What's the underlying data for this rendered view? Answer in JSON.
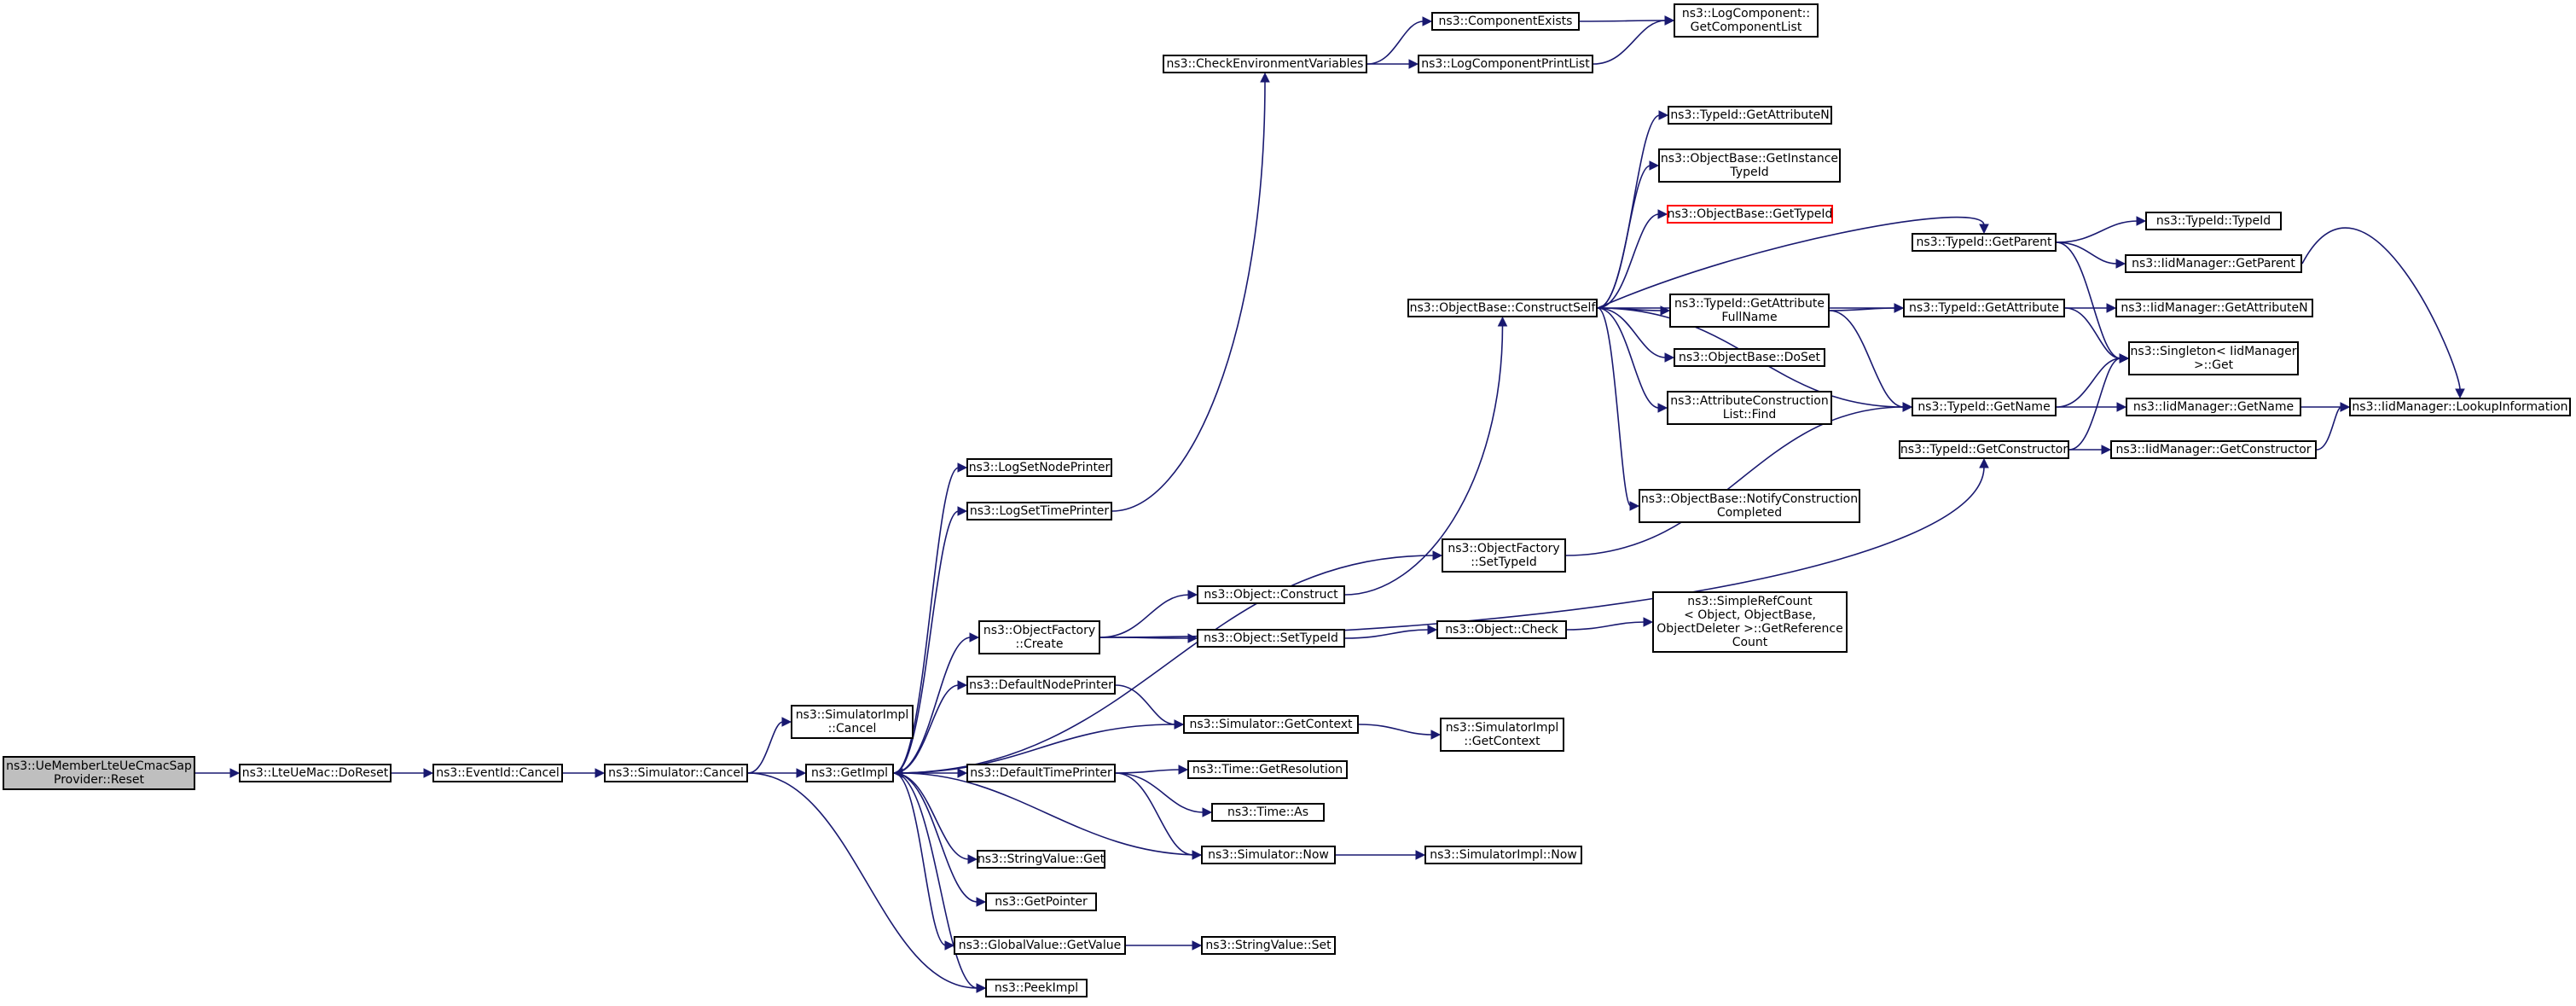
{
  "nodes": {
    "root": [
      "ns3::UeMemberLteUeCmacSap",
      "Provider::Reset"
    ],
    "doreset": [
      "ns3::LteUeMac::DoReset"
    ],
    "eventcancel": [
      "ns3::EventId::Cancel"
    ],
    "simcancel": [
      "ns3::Simulator::Cancel"
    ],
    "simimplcancel": [
      "ns3::SimulatorImpl",
      "::Cancel"
    ],
    "getimpl": [
      "ns3::GetImpl"
    ],
    "lognode": [
      "ns3::LogSetNodePrinter"
    ],
    "logtime": [
      "ns3::LogSetTimePrinter"
    ],
    "checkenv": [
      "ns3::CheckEnvironmentVariables"
    ],
    "compexists": [
      "ns3::ComponentExists"
    ],
    "logprint": [
      "ns3::LogComponentPrintList"
    ],
    "getcomplist": [
      "ns3::LogComponent::",
      "GetComponentList"
    ],
    "objfactcreate": [
      "ns3::ObjectFactory",
      "::Create"
    ],
    "objconstruct": [
      "ns3::Object::Construct"
    ],
    "objsettypeid": [
      "ns3::Object::SetTypeId"
    ],
    "objcheck": [
      "ns3::Object::Check"
    ],
    "simplerefcount": [
      "ns3::SimpleRefCount",
      "< Object, ObjectBase,",
      "ObjectDeleter >::GetReference",
      "Count"
    ],
    "objfactsettypeid": [
      "ns3::ObjectFactory",
      "::SetTypeId"
    ],
    "constructself": [
      "ns3::ObjectBase::ConstructSelf"
    ],
    "getattrn": [
      "ns3::TypeId::GetAttributeN"
    ],
    "getinstance": [
      "ns3::ObjectBase::GetInstance",
      "TypeId"
    ],
    "obgettypeid": [
      "ns3::ObjectBase::GetTypeId"
    ],
    "getattrfull": [
      "ns3::TypeId::GetAttribute",
      "FullName"
    ],
    "doset": [
      "ns3::ObjectBase::DoSet"
    ],
    "attrfind": [
      "ns3::AttributeConstruction",
      "List::Find"
    ],
    "notifycons": [
      "ns3::ObjectBase::NotifyConstruction",
      "Completed"
    ],
    "getparent": [
      "ns3::TypeId::GetParent"
    ],
    "getattribute": [
      "ns3::TypeId::GetAttribute"
    ],
    "getname": [
      "ns3::TypeId::GetName"
    ],
    "getconstructor": [
      "ns3::TypeId::GetConstructor"
    ],
    "typeidtypeid": [
      "ns3::TypeId::TypeId"
    ],
    "iidgetparent": [
      "ns3::IidManager::GetParent"
    ],
    "iidgetattrn": [
      "ns3::IidManager::GetAttributeN"
    ],
    "singleton": [
      "ns3::Singleton< IidManager",
      ">::Get"
    ],
    "iidgetname": [
      "ns3::IidManager::GetName"
    ],
    "iidgetcons": [
      "ns3::IidManager::GetConstructor"
    ],
    "lookup": [
      "ns3::IidManager::LookupInformation"
    ],
    "defnodeprinter": [
      "ns3::DefaultNodePrinter"
    ],
    "getcontext": [
      "ns3::Simulator::GetContext"
    ],
    "simimplgetctx": [
      "ns3::SimulatorImpl",
      "::GetContext"
    ],
    "deftimeprinter": [
      "ns3::DefaultTimePrinter"
    ],
    "getresolution": [
      "ns3::Time::GetResolution"
    ],
    "timeas": [
      "ns3::Time::As"
    ],
    "simnow": [
      "ns3::Simulator::Now"
    ],
    "simimplnow": [
      "ns3::SimulatorImpl::Now"
    ],
    "stringvalueget": [
      "ns3::StringValue::Get"
    ],
    "getpointer": [
      "ns3::GetPointer"
    ],
    "globalgetvalue": [
      "ns3::GlobalValue::GetValue"
    ],
    "stringvalueset": [
      "ns3::StringValue::Set"
    ],
    "peekimpl": [
      "ns3::PeekImpl"
    ]
  },
  "colors": {
    "edge": "#191970",
    "node_border": "#000000",
    "root_fill": "#bfbfbf",
    "missing_border": "#ff0000"
  }
}
